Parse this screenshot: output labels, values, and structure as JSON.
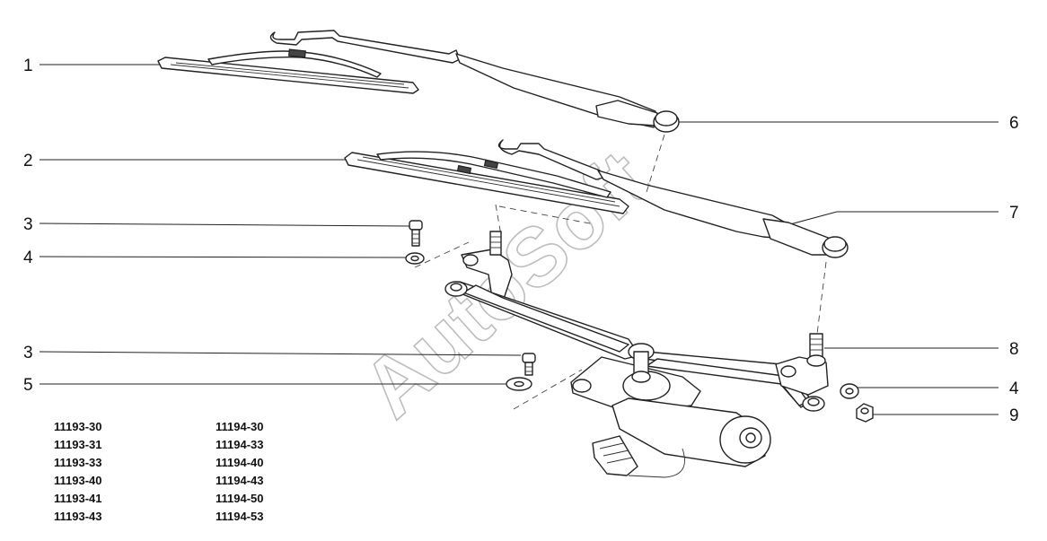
{
  "watermark": "AutoSoft",
  "callouts": [
    {
      "label": "1"
    },
    {
      "label": "2"
    },
    {
      "label": "3"
    },
    {
      "label": "4"
    },
    {
      "label": "3"
    },
    {
      "label": "5"
    },
    {
      "label": "6"
    },
    {
      "label": "7"
    },
    {
      "label": "8"
    },
    {
      "label": "4"
    },
    {
      "label": "9"
    }
  ],
  "part_codes": {
    "left_column": [
      "11193-30",
      "11193-31",
      "11193-33",
      "11193-40",
      "11193-41",
      "11193-43"
    ],
    "right_column": [
      "11194-30",
      "11194-33",
      "11194-40",
      "11194-43",
      "11194-50",
      "11194-53"
    ]
  }
}
